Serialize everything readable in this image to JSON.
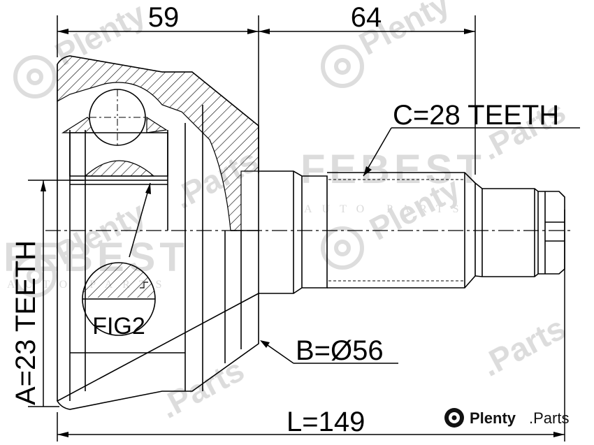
{
  "dimensions": {
    "top_left": "59",
    "top_right": "64",
    "teeth_c": "C=28 TEETH",
    "teeth_a": "A=23 TEETH",
    "diameter_b": "B=Ø56",
    "length_l": "L=149",
    "figure_label": "FIG2"
  },
  "watermark": {
    "brand_large": "FEBEST",
    "brand_sub": "AUTO PARTS",
    "site_name": "Plenty",
    "site_suffix": ".Parts"
  },
  "branding": {
    "site_name": "Plenty",
    "site_suffix": ".Parts"
  }
}
